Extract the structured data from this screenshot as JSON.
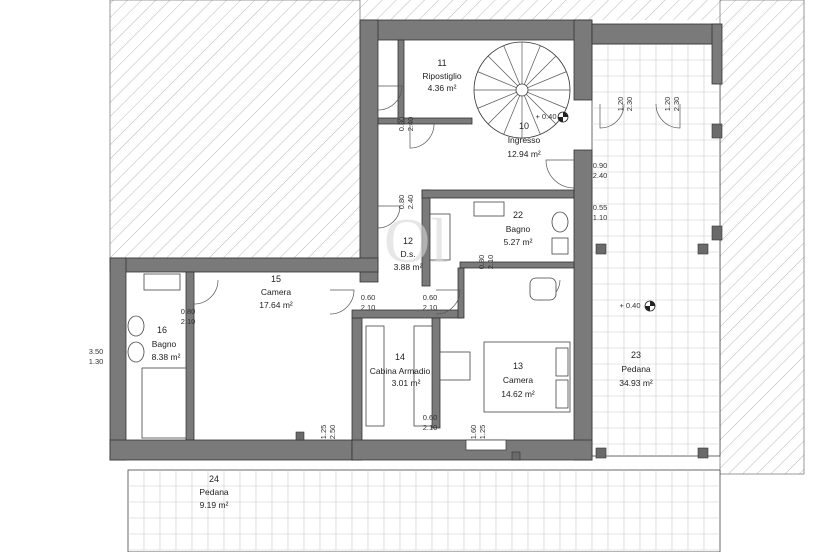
{
  "rooms": [
    {
      "num": "11",
      "name": "Ripostiglio",
      "area": "4.36 m²"
    },
    {
      "num": "10",
      "name": "Ingresso",
      "area": "12.94 m²"
    },
    {
      "num": "22",
      "name": "Bagno",
      "area": "5.27 m²"
    },
    {
      "num": "12",
      "name": "D.s.",
      "area": "3.88 m²"
    },
    {
      "num": "15",
      "name": "Camera",
      "area": "17.64 m²"
    },
    {
      "num": "16",
      "name": "Bagno",
      "area": "8.38 m²"
    },
    {
      "num": "14",
      "name": "Cabina Armadio",
      "area": "3.01 m²"
    },
    {
      "num": "13",
      "name": "Camera",
      "area": "14.62 m²"
    },
    {
      "num": "23",
      "name": "Pedana",
      "area": "34.93 m²"
    },
    {
      "num": "24",
      "name": "Pedana",
      "area": "9.19 m²"
    }
  ],
  "dims": [
    {
      "top": "0.80",
      "bottom": "2.40"
    },
    {
      "top": "0.80",
      "bottom": "2.40"
    },
    {
      "top": "0.90",
      "bottom": "2.40"
    },
    {
      "top": "0.55",
      "bottom": "1.10"
    },
    {
      "top": "0.80",
      "bottom": "2.10"
    },
    {
      "top": "0.80",
      "bottom": "2.10"
    },
    {
      "top": "0.60",
      "bottom": "2.10"
    },
    {
      "top": "0.60",
      "bottom": "2.10"
    },
    {
      "top": "0.60",
      "bottom": "2.10"
    },
    {
      "top": "3.50",
      "bottom": "1.30"
    },
    {
      "top": "1.20",
      "bottom": "2.30"
    },
    {
      "top": "1.20",
      "bottom": "2.30"
    },
    {
      "top": "1.25",
      "bottom": "2.50"
    },
    {
      "top": "1.60",
      "bottom": "1.25"
    }
  ],
  "levels": [
    {
      "text": "+ 0.40"
    },
    {
      "text": "+ 0.40"
    }
  ],
  "watermark": {
    "text": "Ol"
  }
}
